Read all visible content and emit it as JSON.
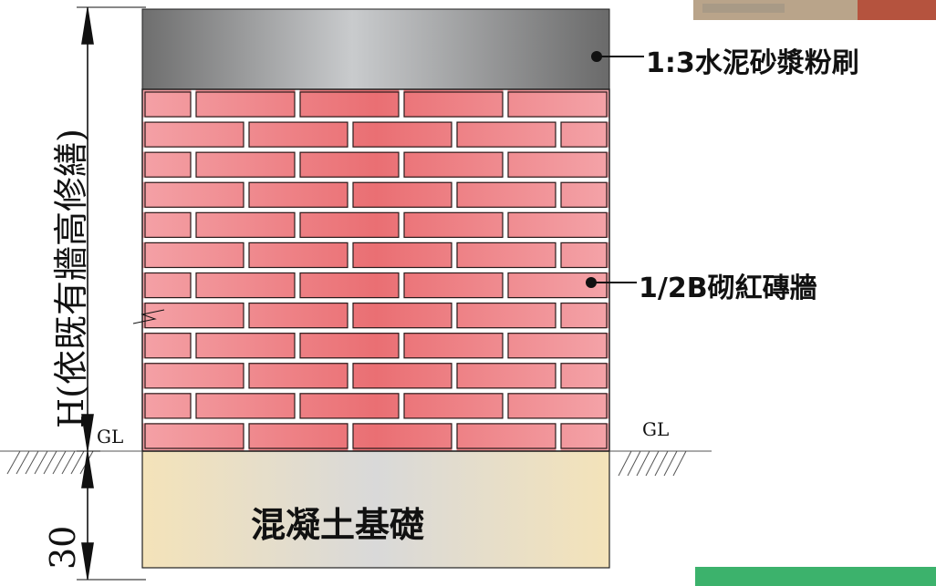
{
  "labels": {
    "plaster": "1:3水泥砂漿粉刷",
    "brick_wall": "1/2B砌紅磚牆",
    "concrete_base": "混凝土基礎",
    "ground_left": "GL",
    "ground_right": "GL",
    "height_dim": "H(依既有牆高修繕)",
    "base_dim": "30"
  },
  "colors": {
    "plaster": "#9c9c9c",
    "brick": "#ec8385",
    "mortar": "#ffffff",
    "concrete": "#f3e2b8",
    "line": "#111111",
    "photo_green": "#3cb26c"
  },
  "wall": {
    "brick_courses": 12
  }
}
